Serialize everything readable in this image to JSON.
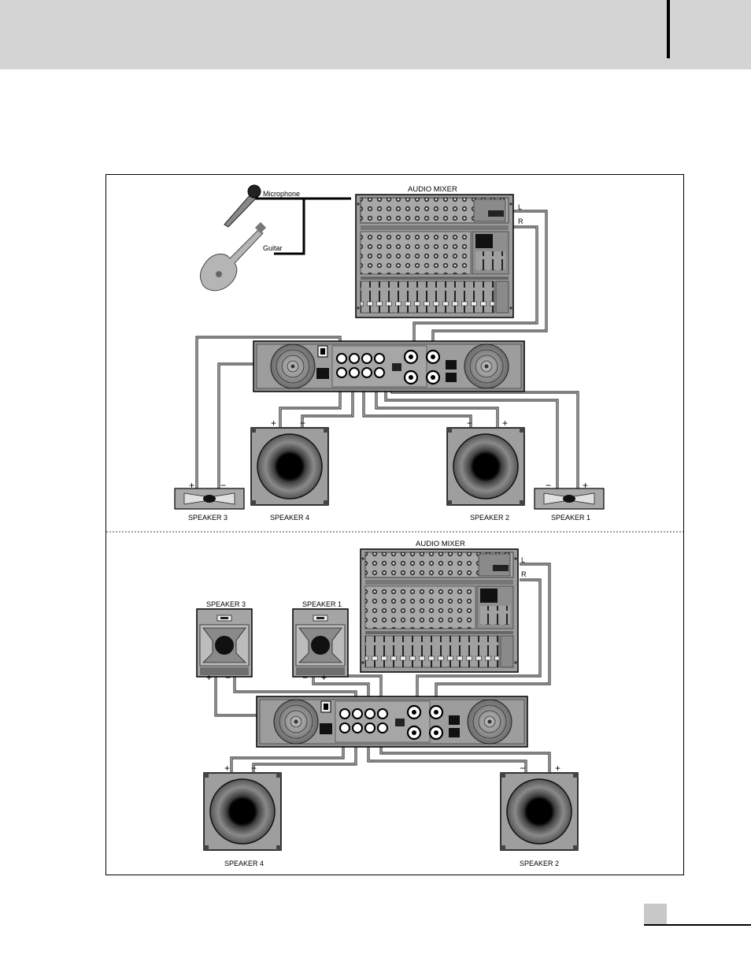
{
  "diagram": {
    "top": {
      "mixer_label": "AUDIO MIXER",
      "microphone_label": "Microphone",
      "guitar_label": "Guitar",
      "left_label": "L",
      "right_label": "R",
      "speaker3_label": "SPEAKER 3",
      "speaker4_label": "SPEAKER 4",
      "speaker2_label": "SPEAKER 2",
      "speaker1_label": "SPEAKER 1"
    },
    "bottom": {
      "mixer_label": "AUDIO MIXER",
      "left_label": "L",
      "right_label": "R",
      "speaker3_label": "SPEAKER 3",
      "speaker1_label": "SPEAKER 1",
      "speaker4_label": "SPEAKER 4",
      "speaker2_label": "SPEAKER 2"
    },
    "plus_sign": "+",
    "minus_sign": "−"
  },
  "colors": {
    "header_bar": "#d4d4d4",
    "page_box": "#c8c8c8",
    "equipment_gray": "#9a9a9a",
    "cable": "#000000"
  }
}
